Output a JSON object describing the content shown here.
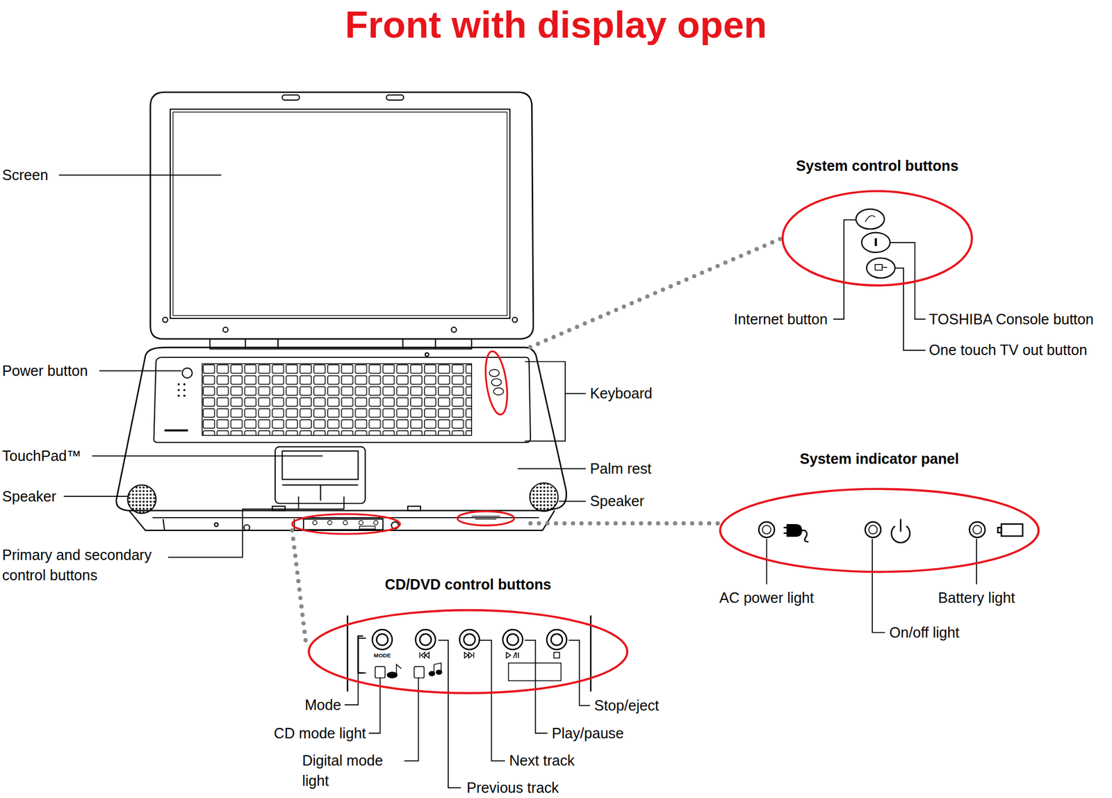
{
  "diagram": {
    "title": "Front with display open",
    "nodes": [
      {
        "text": [
          "System control buttons"
        ]
      },
      {
        "text": [
          "System indicator panel"
        ]
      },
      {
        "text": [
          "CD/DVD control buttons"
        ]
      }
    ],
    "labels": [
      "Screen",
      "Power button",
      "TouchPad™",
      "Speaker",
      "Primary and secondary control buttons",
      "Keyboard",
      "Palm rest",
      "Speaker",
      "Internet button",
      "TOSHIBA Console button",
      "One touch TV out button",
      "AC power light",
      "On/off light",
      "Battery light",
      "MODE",
      "Mode",
      "CD mode light",
      "Digital mode light",
      "Previous track",
      "Next track",
      "Play/pause",
      "Stop/eject"
    ]
  }
}
